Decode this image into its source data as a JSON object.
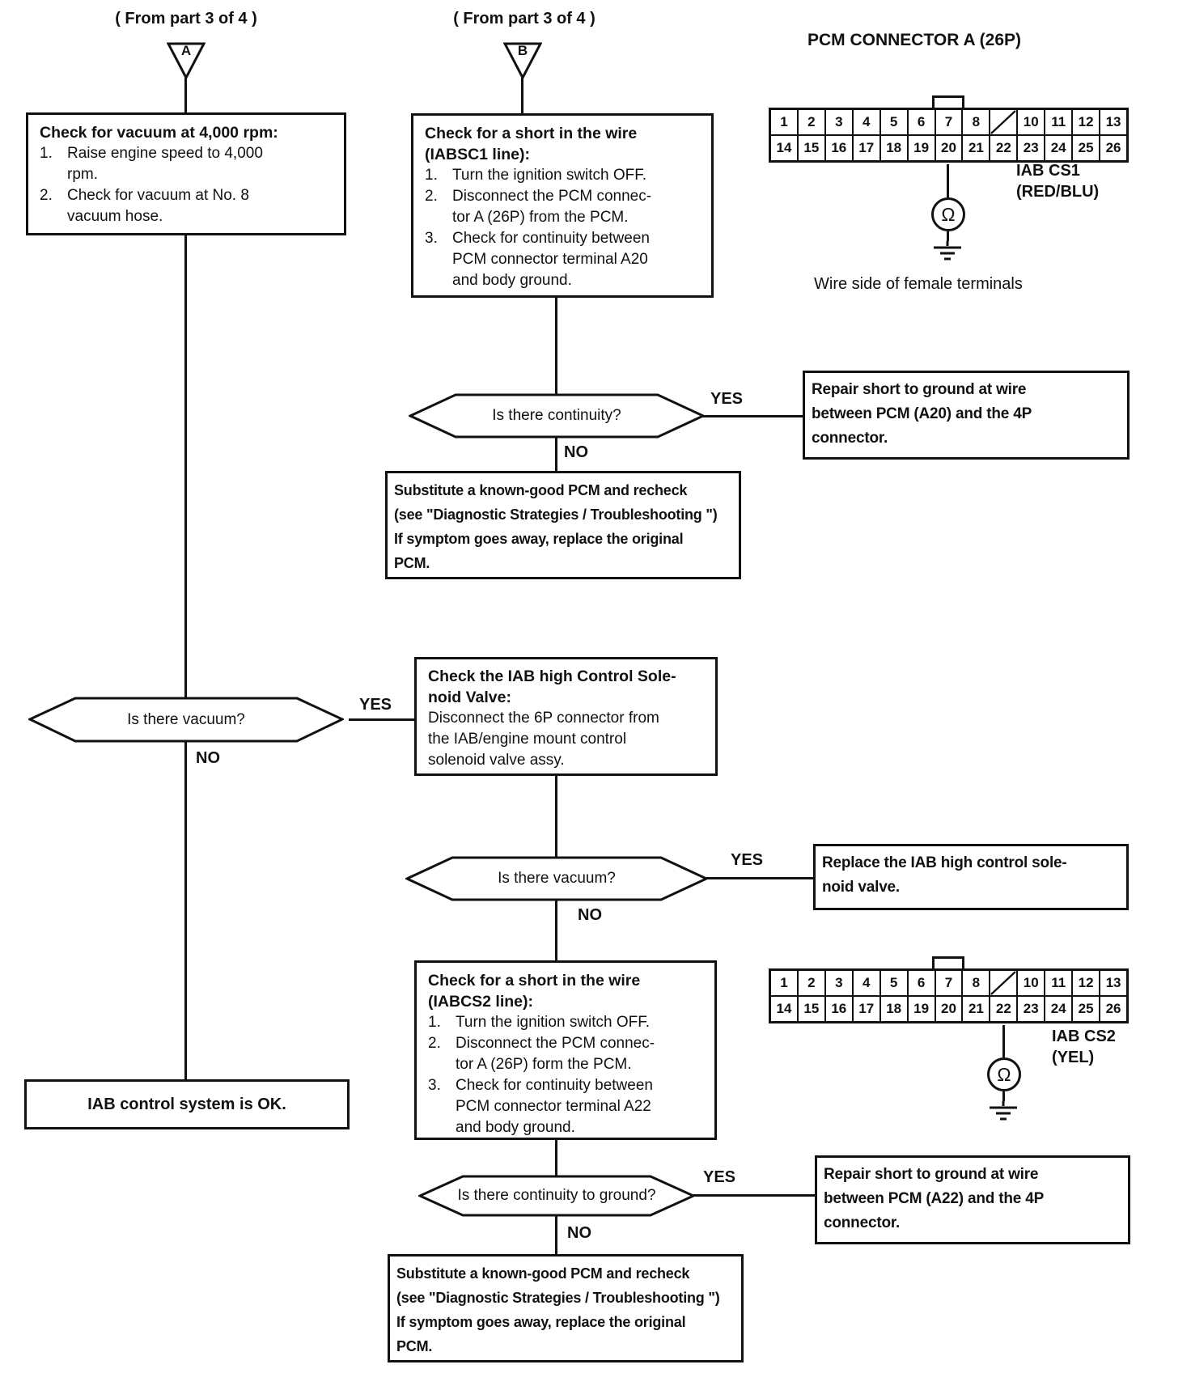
{
  "from_a": {
    "caption": "( From part 3 of 4 )",
    "letter": "A"
  },
  "from_b": {
    "caption": "( From part 3 of 4 )",
    "letter": "B"
  },
  "pcm_connector_header": "PCM CONNECTOR A (26P)",
  "wire_side_note": "Wire side of female terminals",
  "connector1": {
    "pins": [
      "1",
      "2",
      "3",
      "4",
      "5",
      "6",
      "7",
      "8",
      "/",
      "10",
      "11",
      "12",
      "13",
      "14",
      "15",
      "16",
      "17",
      "18",
      "19",
      "20",
      "21",
      "22",
      "23",
      "24",
      "25",
      "26"
    ],
    "name": "IAB CS1",
    "wire_color": "(RED/BLU)",
    "meter_symbol": "Ω"
  },
  "connector2": {
    "pins": [
      "1",
      "2",
      "3",
      "4",
      "5",
      "6",
      "7",
      "8",
      "/",
      "10",
      "11",
      "12",
      "13",
      "14",
      "15",
      "16",
      "17",
      "18",
      "19",
      "20",
      "21",
      "22",
      "23",
      "24",
      "25",
      "26"
    ],
    "name": "IAB CS2",
    "wire_color": "(YEL)",
    "meter_symbol": "Ω"
  },
  "box_check_vacuum": {
    "title": "Check for vacuum at 4,000 rpm:",
    "steps": [
      {
        "num": "1.",
        "lines": [
          "Raise engine speed to 4,000",
          "rpm."
        ]
      },
      {
        "num": "2.",
        "lines": [
          "Check for vacuum at No. 8",
          "vacuum hose."
        ]
      }
    ]
  },
  "box_short1": {
    "title_lines": [
      "Check for a short in the wire",
      "(IABSC1 line):"
    ],
    "steps": [
      {
        "num": "1.",
        "lines": [
          "Turn the ignition switch OFF."
        ]
      },
      {
        "num": "2.",
        "lines": [
          "Disconnect the PCM connec-",
          "tor A (26P) from the PCM."
        ]
      },
      {
        "num": "3.",
        "lines": [
          "Check for continuity between",
          "PCM connector terminal A20",
          "and body ground."
        ]
      }
    ]
  },
  "dec_continuity1": {
    "question": "Is there continuity?",
    "yes": "YES",
    "no": "NO"
  },
  "box_repair1": {
    "lines": [
      "Repair short to ground at wire",
      "between PCM (A20) and the 4P",
      "connector."
    ]
  },
  "box_substitute1": {
    "lines": [
      "Substitute a known-good PCM and recheck",
      "(see \"Diagnostic Strategies / Troubleshooting \")",
      "If symptom goes away, replace the original",
      "PCM."
    ]
  },
  "dec_vacuum1": {
    "question": "Is there vacuum?",
    "yes": "YES",
    "no": "NO"
  },
  "box_solenoid": {
    "title_lines": [
      "Check the IAB high Control Sole-",
      "noid Valve:"
    ],
    "body_lines": [
      "Disconnect the 6P connector from",
      "the IAB/engine mount control",
      "solenoid valve assy."
    ]
  },
  "box_ok": {
    "text": "IAB control system is OK."
  },
  "dec_vacuum2": {
    "question": "Is there vacuum?",
    "yes": "YES",
    "no": "NO"
  },
  "box_replace": {
    "lines": [
      "Replace the IAB high control sole-",
      "noid valve."
    ]
  },
  "box_short2": {
    "title_lines": [
      "Check for a short in the wire",
      "(IABCS2 line):"
    ],
    "steps": [
      {
        "num": "1.",
        "lines": [
          "Turn the ignition switch OFF."
        ]
      },
      {
        "num": "2.",
        "lines": [
          "Disconnect the PCM connec-",
          "tor A (26P) form the PCM."
        ]
      },
      {
        "num": "3.",
        "lines": [
          "Check for continuity between",
          "PCM connector terminal A22",
          "and body ground."
        ]
      }
    ]
  },
  "dec_ground": {
    "question": "Is there continuity to ground?",
    "yes": "YES",
    "no": "NO"
  },
  "box_repair2": {
    "lines": [
      "Repair short to ground at wire",
      "between PCM (A22) and the 4P",
      "connector."
    ]
  },
  "box_substitute2": {
    "lines": [
      "Substitute a known-good PCM and recheck",
      "(see \"Diagnostic Strategies / Troubleshooting \")",
      "If symptom goes away, replace the original",
      "PCM."
    ]
  }
}
